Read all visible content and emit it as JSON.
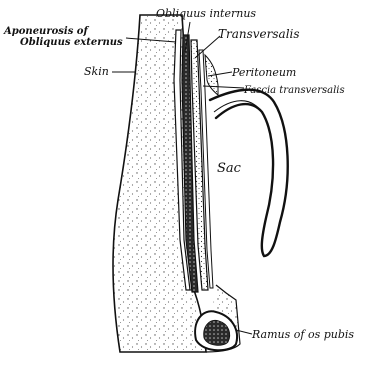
{
  "labels": {
    "aponeurosis_line1": "Aponeurosis of",
    "aponeurosis_line2": "Obliquus externus",
    "obliquus_internus": "Obliquus internus",
    "transversalis": "Transversalis",
    "skin": "Skin",
    "peritoneum": "Peritoneum",
    "fascia_transversalis": "Fascia transversalis",
    "sac": "Sac",
    "ramus": "Ramus of os pubis"
  },
  "colors": {
    "ink": "#111111",
    "stipple": "#555555",
    "background": "#ffffff"
  }
}
